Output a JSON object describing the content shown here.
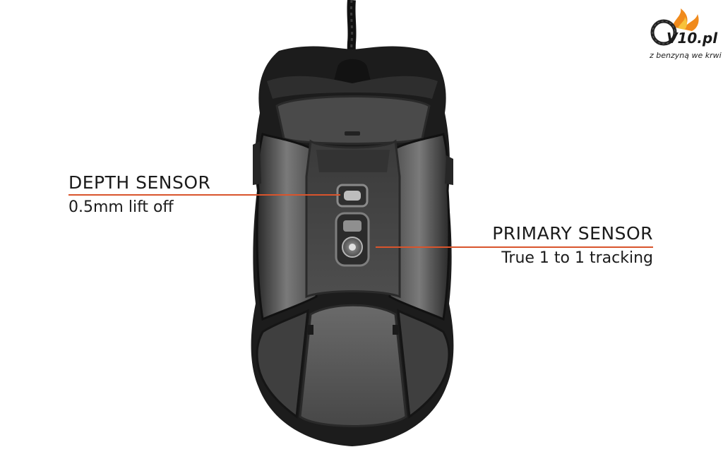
{
  "callouts": {
    "depth": {
      "title": "DEPTH SENSOR",
      "subtitle": "0.5mm lift off"
    },
    "primary": {
      "title": "PRIMARY SENSOR",
      "subtitle": "True 1 to 1 tracking"
    }
  },
  "watermark": {
    "brand": "V10.pl",
    "tagline": "z benzyną we krwi"
  },
  "colors": {
    "accent_line": "#d9542c",
    "mouse_body": "#1c1c1c",
    "mouse_panel": "#5b5b5b",
    "text": "#1b1b1b"
  },
  "icons": [
    "mouse-cable",
    "depth-sensor-icon",
    "primary-sensor-icon",
    "tire-logo-icon",
    "flame-icon"
  ]
}
